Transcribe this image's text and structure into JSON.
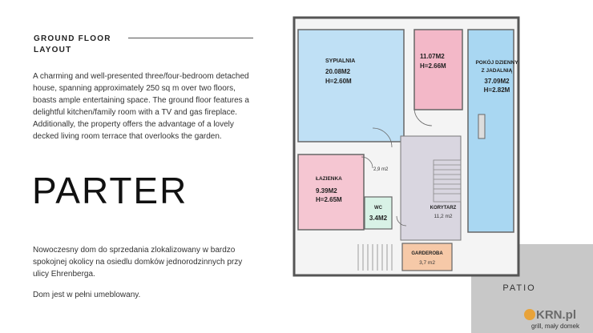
{
  "heading": {
    "line1": "GROUND FLOOR",
    "line2": "LAYOUT"
  },
  "description": "A charming and well-presented three/four-bedroom detached house, spanning approximately 250 sq m over two floors, boasts ample entertaining space. The ground floor features a delightful kitchen/family room with a TV and gas fireplace. Additionally, the property offers the advantage of a lovely decked living room terrace that overlooks the garden.",
  "title": "PARTER",
  "polish_description": "Nowoczesny dom do sprzedania zlokalizowany w bardzo spokojnej okolicy na osiedlu domków jednorodzinnych przy ulicy Ehrenberga.",
  "polish_furnished": "Dom jest w pełni umeblowany.",
  "plan": {
    "rooms": {
      "sypialnia": {
        "name": "SYPIALNIA",
        "area": "20.08M2",
        "height": "H=2.60M",
        "color": "#bfe0f5"
      },
      "kitchen": {
        "area": "11.07M2",
        "height": "H=2.66M",
        "color": "#f3b8c8"
      },
      "pokoj": {
        "name_line1": "POKÓJ DZIENNY",
        "name_line2": "Z JADALNIĄ",
        "area": "37.09M2",
        "height": "H=2.82M",
        "color": "#a9d7f2"
      },
      "lazienka": {
        "name": "ŁAZIENKA",
        "area": "9.39M2",
        "height": "H=2.65M",
        "color": "#f5c6d2"
      },
      "small": {
        "area": "2,9 m2"
      },
      "wc": {
        "name": "WC",
        "area": "3.4M2",
        "color": "#d8f2e6"
      },
      "korytarz": {
        "name": "KORYTARZ",
        "area": "11,2 m2",
        "color": "#d9d6e0"
      },
      "garderoba": {
        "name": "GARDEROBA",
        "area": "3,7 m2",
        "color": "#f6c9a8"
      }
    },
    "patio": "PATIO",
    "caption": "grill, mały domek"
  },
  "watermark": "KRN.pl"
}
